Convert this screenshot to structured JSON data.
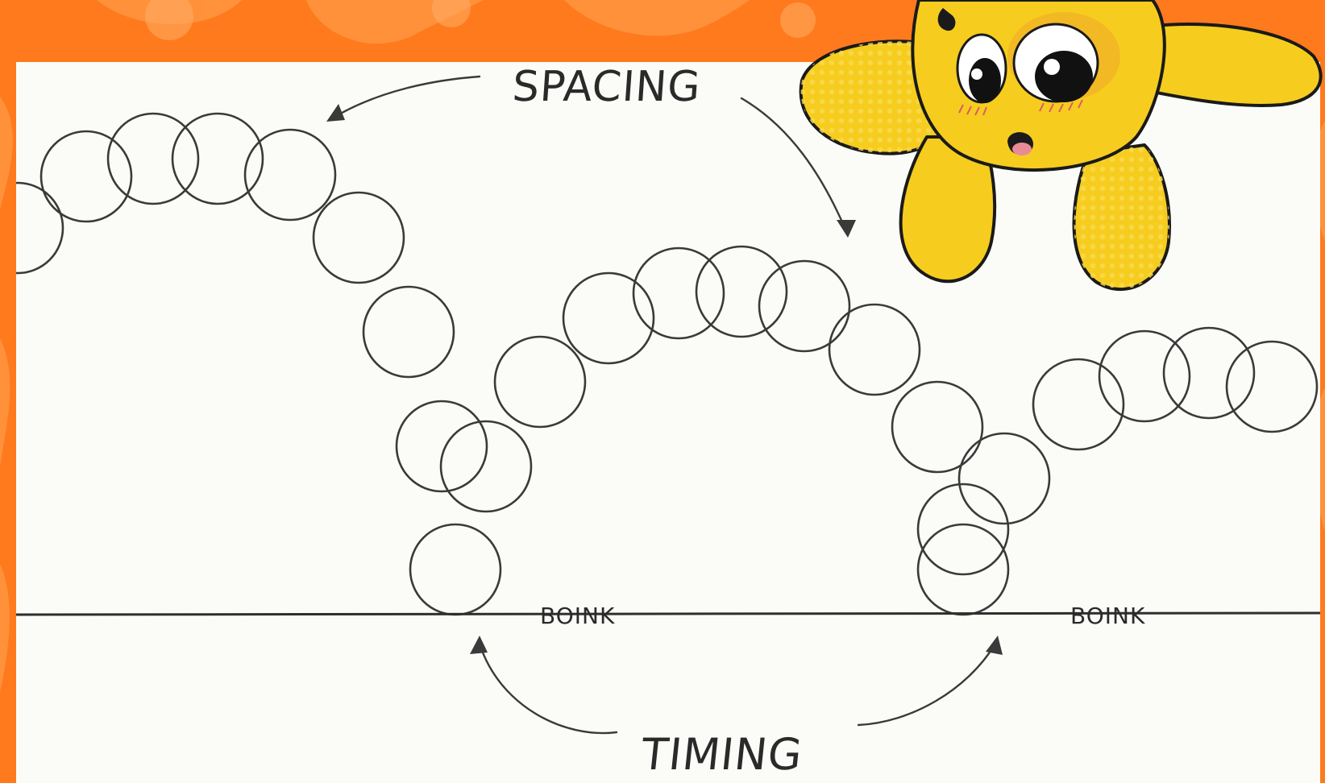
{
  "labels": {
    "spacing": "SPACING",
    "timing": "TIMING",
    "boink_1": "BOINK",
    "boink_2": "BOINK"
  },
  "colors": {
    "background": "#ff7a1c",
    "paper": "#fbfbf8",
    "ink": "#2a2a2a",
    "mascot_yellow": "#f6cd1e"
  },
  "icons": [
    "bouncing-ball-frame",
    "arrow",
    "mascot-character"
  ]
}
